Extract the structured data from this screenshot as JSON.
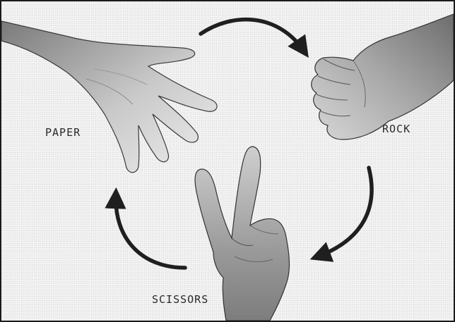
{
  "labels": {
    "paper": "PAPER",
    "rock": "ROCK",
    "scissors": "SCISSORS"
  },
  "icons": {
    "paper": "open-hand-icon",
    "rock": "fist-icon",
    "scissors": "victory-hand-icon",
    "cycle_arrows": "curved-arrow-icon"
  },
  "colors": {
    "arrow": "#1f1f1f",
    "background": "#f2f2f2",
    "border": "#1a1a1a"
  }
}
